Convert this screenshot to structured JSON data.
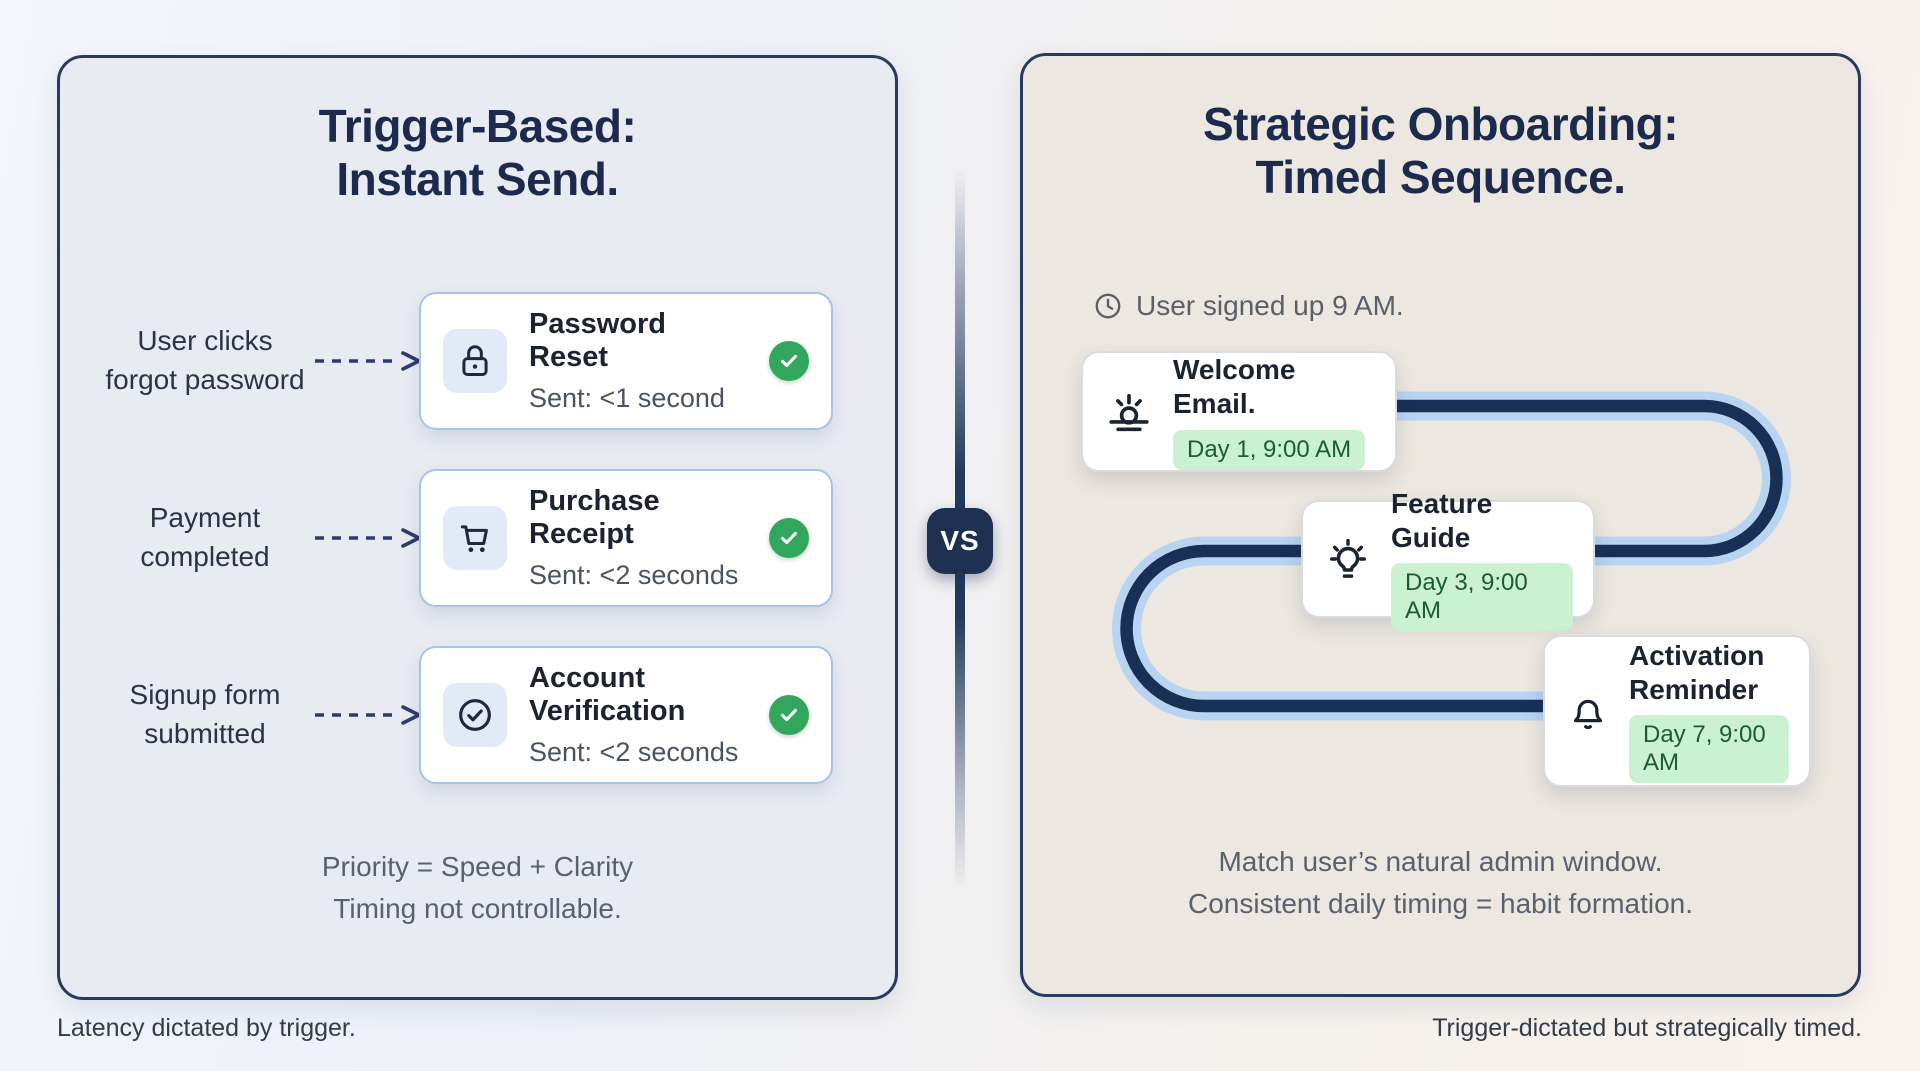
{
  "left_panel": {
    "title_line1": "Trigger-Based:",
    "title_line2": "Instant Send.",
    "rows": [
      {
        "trigger_line1": "User clicks",
        "trigger_line2": "forgot password",
        "card_title": "Password Reset",
        "card_status": "Sent: <1 second",
        "icon": "lock-icon",
        "status_icon": "check-circle-icon"
      },
      {
        "trigger_line1": "Payment",
        "trigger_line2": "completed",
        "card_title": "Purchase Receipt",
        "card_status": "Sent: <2 seconds",
        "icon": "shopping-cart-icon",
        "status_icon": "check-circle-icon"
      },
      {
        "trigger_line1": "Signup form",
        "trigger_line2": "submitted",
        "card_title": "Account Verification",
        "card_status": "Sent: <2 seconds",
        "icon": "circle-check-icon",
        "status_icon": "check-circle-icon"
      }
    ],
    "note_line1": "Priority = Speed + Clarity",
    "note_line2": "Timing not controllable.",
    "footer": "Latency dictated by trigger."
  },
  "divider": {
    "vs_label": "VS"
  },
  "right_panel": {
    "title_line1": "Strategic Onboarding:",
    "title_line2": "Timed Sequence.",
    "signup_note": "User signed up 9 AM.",
    "steps": [
      {
        "title": "Welcome Email.",
        "badge": "Day 1, 9:00 AM",
        "icon": "sunrise-icon"
      },
      {
        "title": "Feature Guide",
        "badge": "Day 3, 9:00 AM",
        "icon": "lightbulb-icon"
      },
      {
        "title": "Activation Reminder",
        "badge": "Day 7, 9:00 AM",
        "icon": "bell-icon"
      }
    ],
    "note_line1": "Match user’s natural admin window.",
    "note_line2": "Consistent daily timing = habit formation.",
    "footer": "Trigger-dictated but strategically timed."
  },
  "colors": {
    "navy": "#1c2b4d",
    "panel-border": "#2a3a5f",
    "card-border": "#a6c4e6",
    "green": "#31a65c",
    "pill-bg": "#c9f1d2",
    "pill-text": "#1d5c33",
    "path-blue": "#b8d4f0",
    "path-navy": "#182f56",
    "vs-bg": "#1e3152",
    "left-panel-bg": "#e9ebf2",
    "right-panel-bg": "#ece7e0"
  }
}
